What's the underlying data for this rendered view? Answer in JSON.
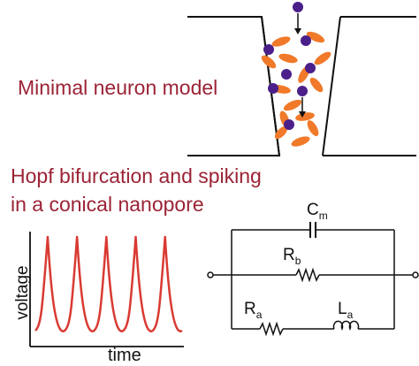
{
  "titles": {
    "minimal_model": "Minimal neuron model",
    "hopf_line1": "Hopf bifurcation and spiking",
    "hopf_line2": "in a conical nanopore"
  },
  "plot": {
    "ylabel": "voltage",
    "xlabel": "time",
    "spike_count": 5,
    "line_color": "#d93a32"
  },
  "circuit": {
    "capacitor": {
      "symbol": "C",
      "subscript": "m"
    },
    "resistor_b": {
      "symbol": "R",
      "subscript": "b"
    },
    "resistor_a": {
      "symbol": "R",
      "subscript": "a"
    },
    "inductor": {
      "symbol": "L",
      "subscript": "a"
    }
  },
  "colors": {
    "title": "#9b2335",
    "ion_purple": "#4b1f8a",
    "ion_orange": "#f07a2a"
  }
}
